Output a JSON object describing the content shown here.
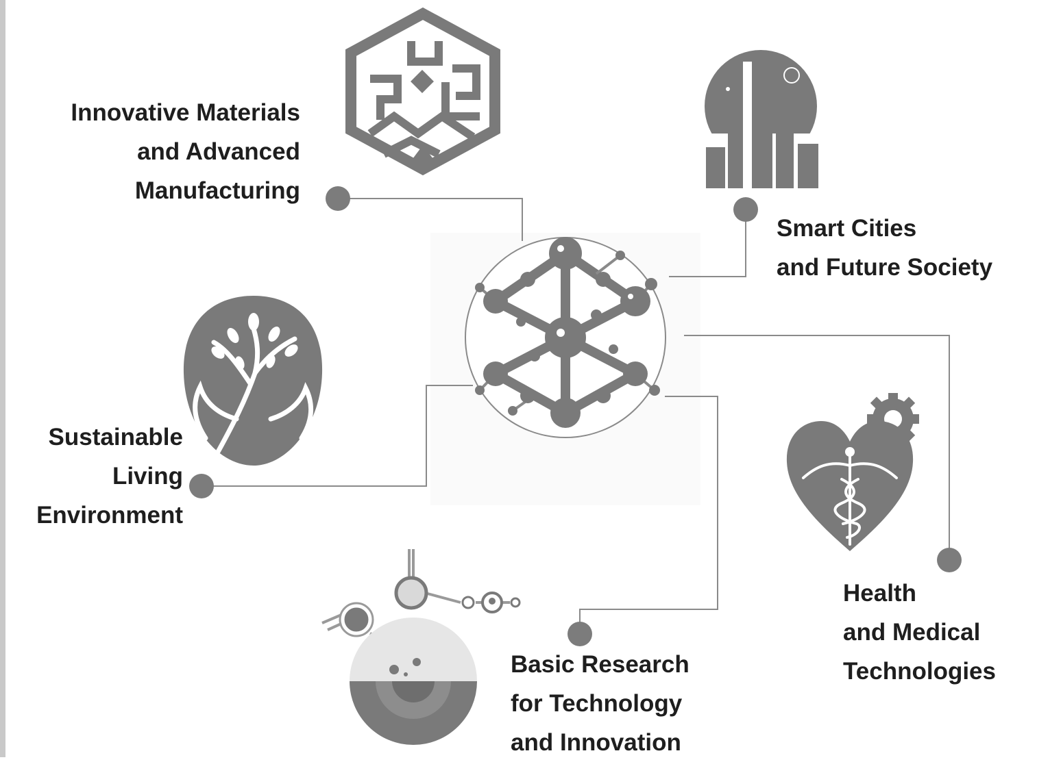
{
  "title": "",
  "center": {
    "icon": "molecular-network-hub-icon"
  },
  "colors": {
    "icon_fill": "#7a7a7a",
    "icon_dark": "#6a6a6a",
    "connector": "#8a8a8a",
    "node": "#7c7c7c",
    "text": "#1e1e1e"
  },
  "themes": [
    {
      "id": "materials",
      "icon": "hexagon-maze-icon",
      "lines": [
        "Innovative Materials",
        "and Advanced",
        "Manufacturing"
      ]
    },
    {
      "id": "smart-cities",
      "icon": "city-skyline-icon",
      "lines": [
        "Smart Cities",
        "and Future Society"
      ]
    },
    {
      "id": "sustainable",
      "icon": "hands-holding-tree-icon",
      "lines": [
        "Sustainable",
        "Living",
        "Environment"
      ]
    },
    {
      "id": "health",
      "icon": "heart-caduceus-gear-icon",
      "lines": [
        "Health",
        "and Medical",
        "Technologies"
      ]
    },
    {
      "id": "research",
      "icon": "lab-flask-icon",
      "lines": [
        "Basic Research",
        "for Technology",
        "and Innovation"
      ]
    }
  ]
}
